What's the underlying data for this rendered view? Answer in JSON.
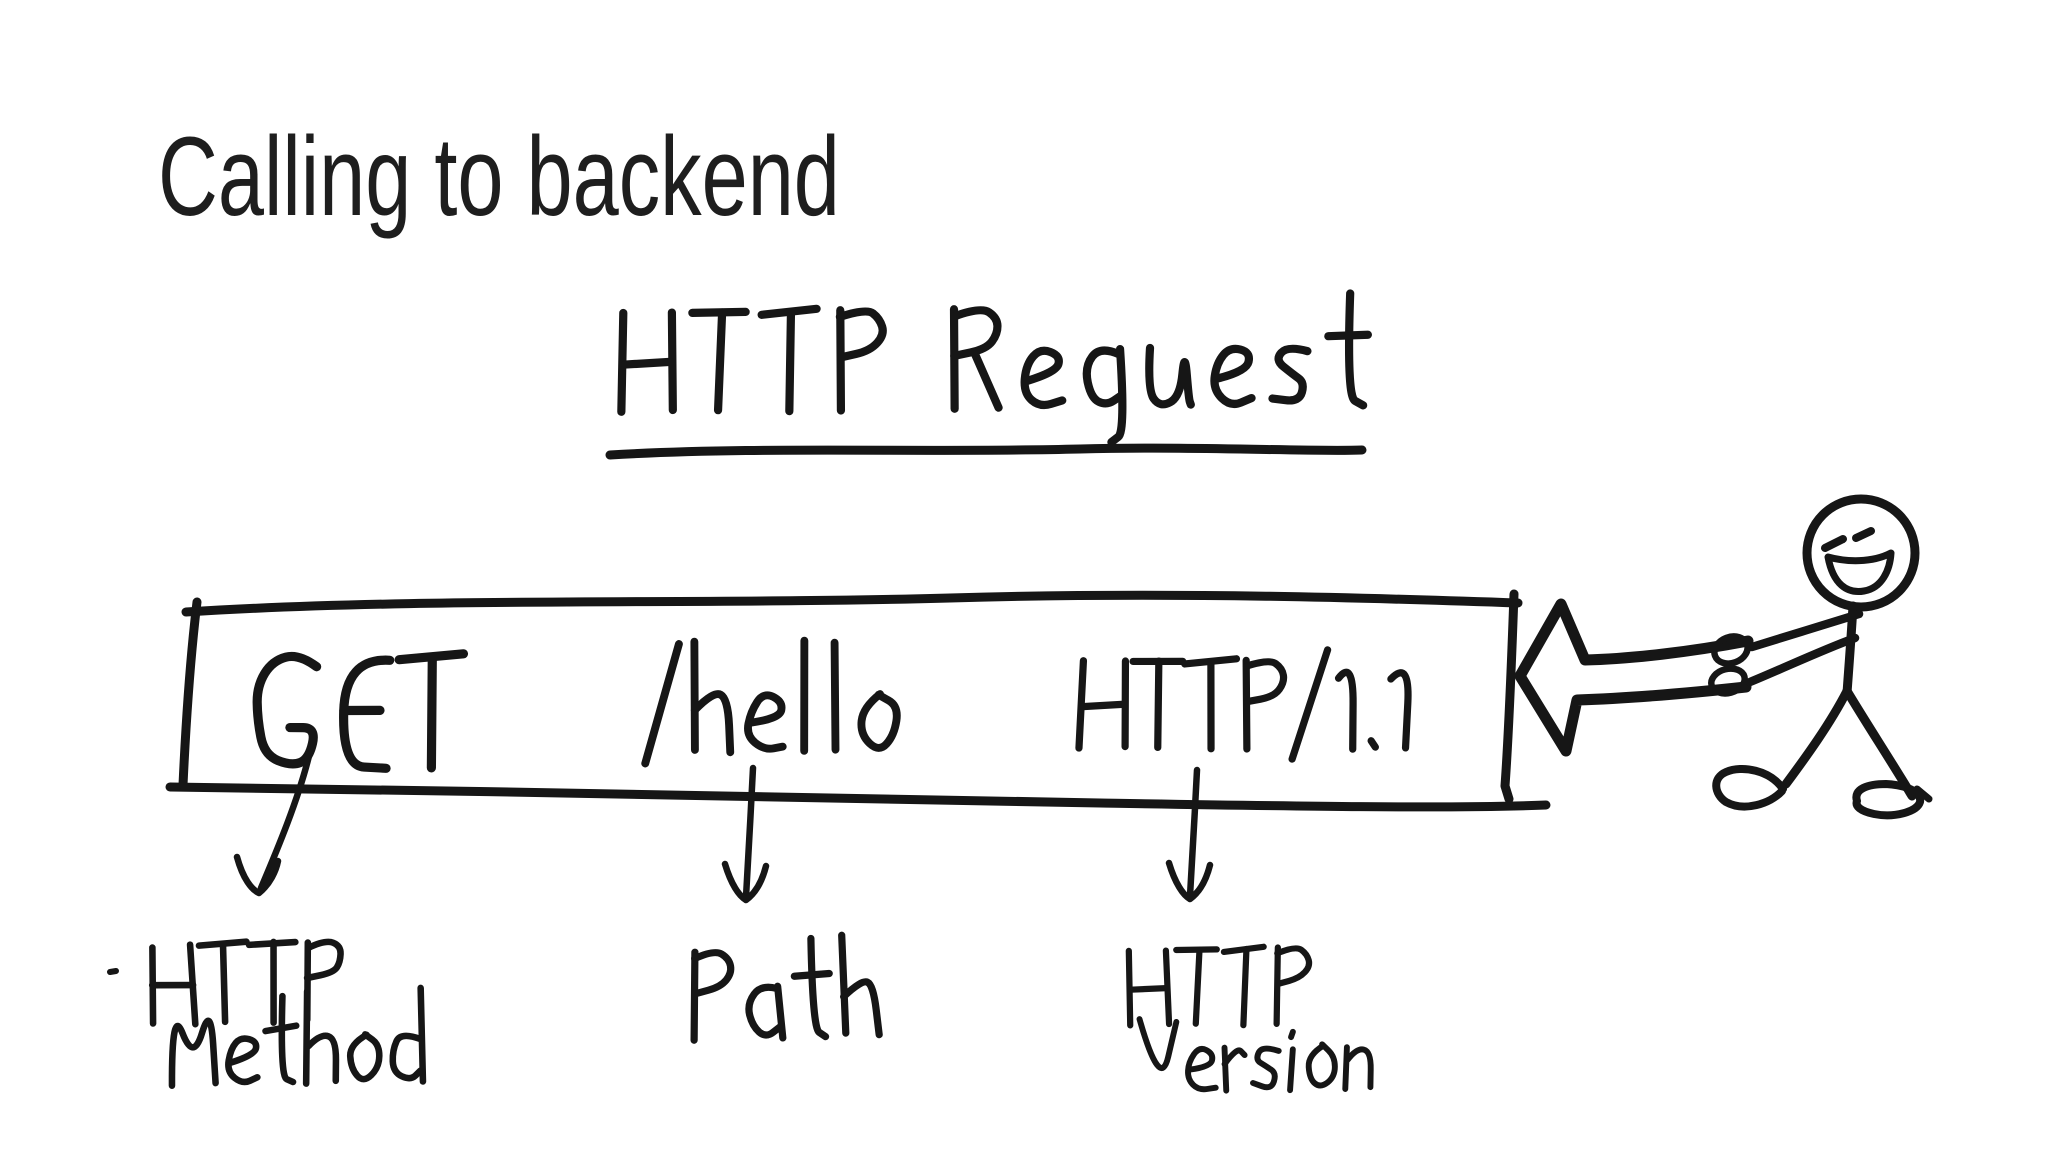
{
  "slide": {
    "title": "Calling to backend",
    "diagram": {
      "heading": "HTTP Request",
      "request_line": {
        "method": "GET",
        "path": "/hello",
        "version": "HTTP/1.1"
      },
      "callouts": [
        {
          "target": "method",
          "label_lines": [
            "HTTP",
            "Method"
          ]
        },
        {
          "target": "path",
          "label_lines": [
            "Path"
          ]
        },
        {
          "target": "version",
          "label_lines": [
            "HTTP",
            "Version"
          ]
        }
      ],
      "figure": "smiling-stick-figure-pushing-arrow-into-request-line",
      "ink_color": "#161616",
      "background_color": "#ffffff"
    }
  }
}
